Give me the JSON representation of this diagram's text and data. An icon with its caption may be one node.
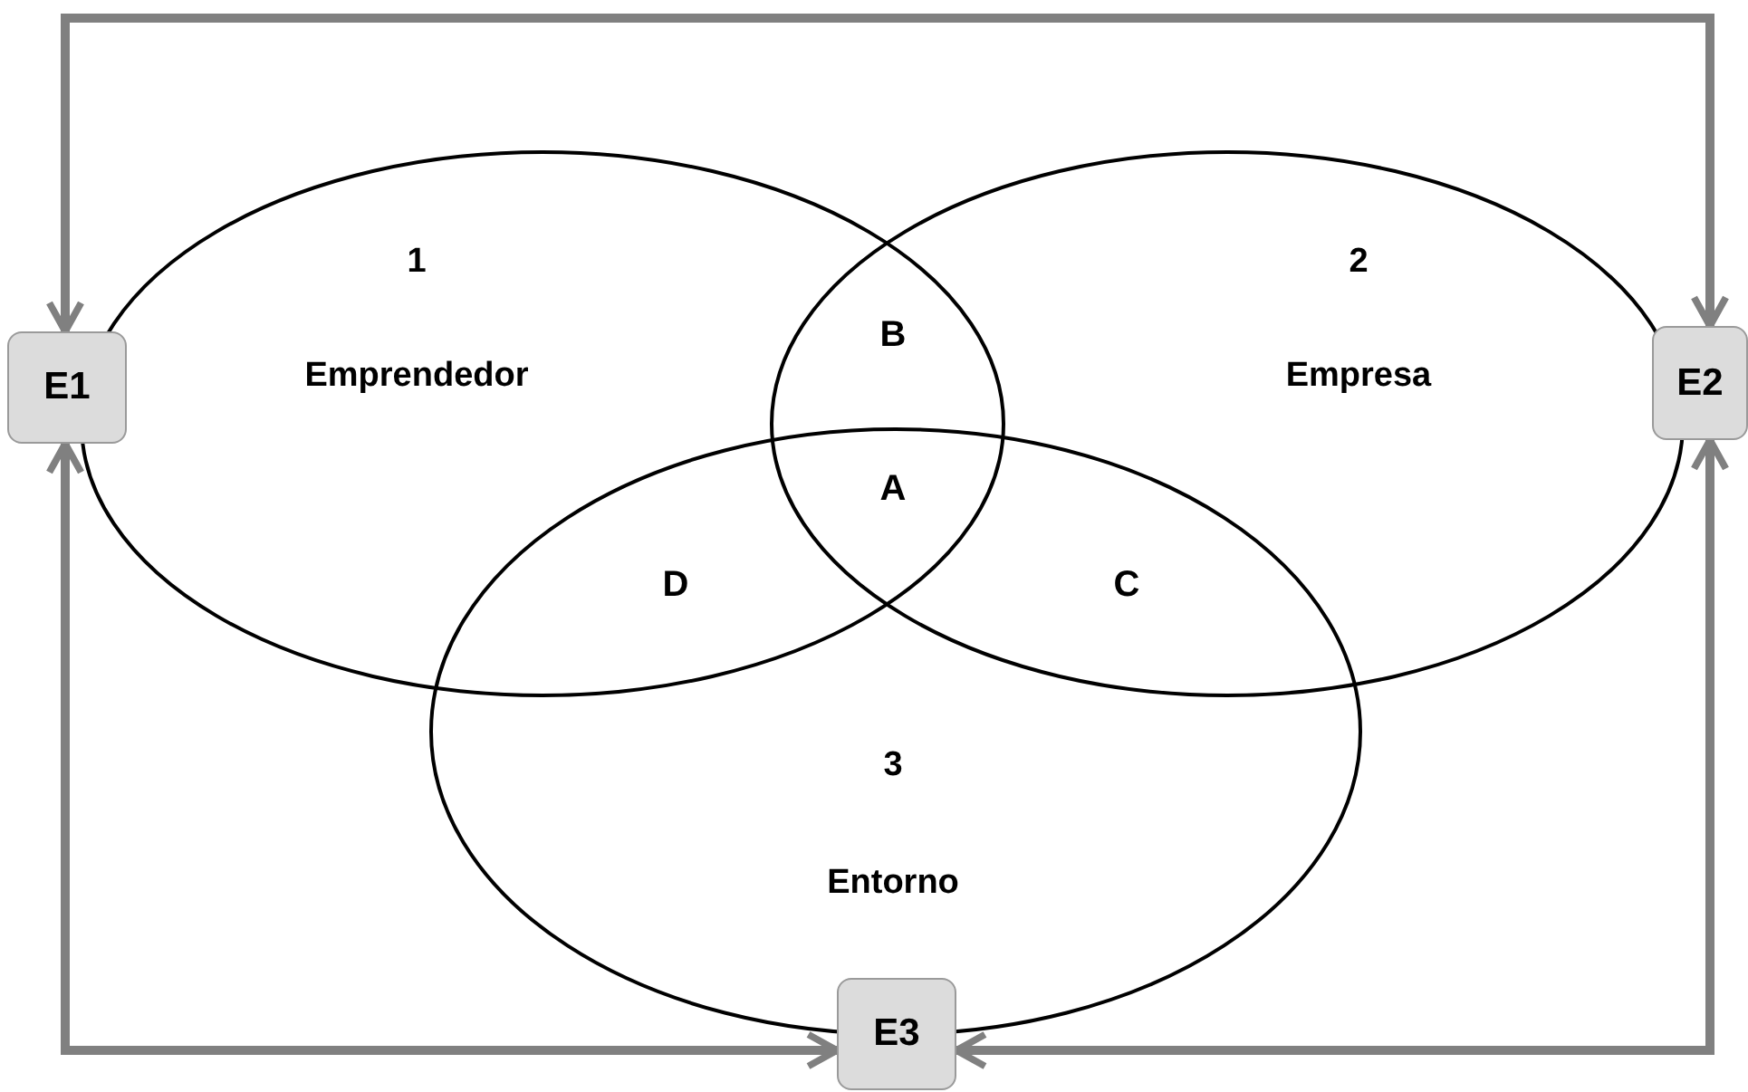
{
  "diagram": {
    "nodes": [
      {
        "text": [
          "1",
          "Emprendedor"
        ]
      },
      {
        "text": [
          "2",
          "Empresa"
        ]
      },
      {
        "text": [
          "3",
          "Entorno"
        ]
      },
      {
        "text": [
          "E1"
        ]
      },
      {
        "text": [
          "E2"
        ]
      },
      {
        "text": [
          "E3"
        ]
      }
    ],
    "edges": [
      {
        "from": 3,
        "to": 4,
        "arrow": "both"
      },
      {
        "from": 3,
        "to": 5,
        "arrow": "both"
      },
      {
        "from": 4,
        "to": 5,
        "arrow": "both"
      }
    ],
    "labels": [
      "B",
      "A",
      "D",
      "C"
    ]
  }
}
